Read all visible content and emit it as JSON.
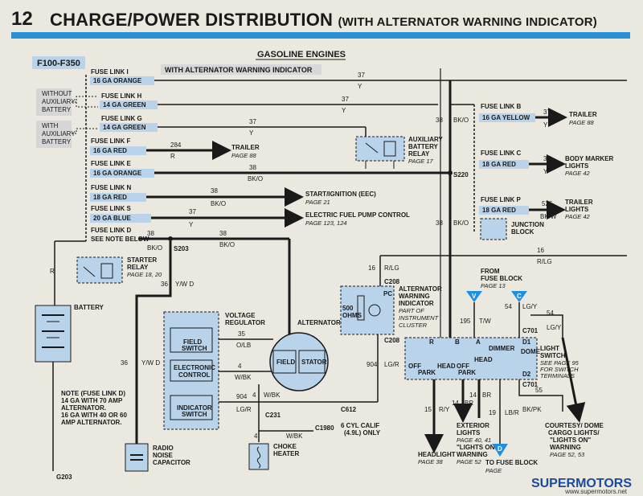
{
  "header": {
    "page_number": "12",
    "title": "CHARGE/POWER DISTRIBUTION",
    "subtitle": "(WITH ALTERNATOR WARNING INDICATOR)"
  },
  "model": "F100-F350",
  "section": "GASOLINE ENGINES",
  "variant": "WITH ALTERNATOR WARNING INDICATOR",
  "notes": {
    "without_aux": [
      "WITHOUT",
      "AUXILIARY",
      "BATTERY"
    ],
    "with_aux": [
      "WITH",
      "AUXILIARY",
      "BATTERY"
    ],
    "fuse_note": [
      "NOTE (FUSE LINK D)",
      "14 GA WITH 70 AMP",
      "ALTERNATOR.",
      "16 GA WITH 40 OR 60",
      "AMP ALTERNATOR."
    ],
    "calif": [
      "6 CYL CALIF",
      "(4.9L) ONLY"
    ]
  },
  "fuse_links": [
    {
      "name": "FUSE LINK I",
      "gauge": "16 GA ORANGE"
    },
    {
      "name": "FUSE LINK H",
      "gauge": "14 GA GREEN"
    },
    {
      "name": "FUSE LINK G",
      "gauge": "14 GA GREEN"
    },
    {
      "name": "FUSE LINK F",
      "gauge": "16 GA RED"
    },
    {
      "name": "FUSE LINK E",
      "gauge": "16 GA ORANGE"
    },
    {
      "name": "FUSE LINK N",
      "gauge": "18 GA RED"
    },
    {
      "name": "FUSE LINK S",
      "gauge": "20 GA BLUE"
    },
    {
      "name": "FUSE LINK D",
      "gauge": "SEE NOTE BELOW"
    },
    {
      "name": "FUSE LINK B",
      "gauge": "16 GA YELLOW"
    },
    {
      "name": "FUSE LINK C",
      "gauge": "18 GA RED"
    },
    {
      "name": "FUSE LINK P",
      "gauge": "18 GA RED"
    }
  ],
  "wires": {
    "w37": "37",
    "y": "Y",
    "w284": "284",
    "r": "R",
    "w38": "38",
    "bko": "BK/O",
    "w16": "16",
    "rlg": "R/LG",
    "w526": "526",
    "bkw": "BK/W",
    "w36": "36",
    "ywd": "Y/W D",
    "w35": "35",
    "olb": "O/LB",
    "w4": "4",
    "wbk": "W/BK",
    "w904": "904",
    "lgr": "LG/R",
    "w195": "195",
    "tw": "T/W",
    "w54": "54",
    "lgy": "LG/Y",
    "w15": "15",
    "ry": "R/Y",
    "w14": "14",
    "br": "BR",
    "w19": "19",
    "lbr": "LB/R",
    "w55": "55",
    "bkpk": "BK/PK"
  },
  "connectors": {
    "s220": "S220",
    "s203": "S203",
    "c208a": "C208",
    "c208b": "C208",
    "c612": "C612",
    "c231": "C231",
    "c1980": "C1980",
    "c701a": "C701",
    "c701b": "C701",
    "g203": "G203"
  },
  "components": {
    "trailer1": {
      "name": "TRAILER",
      "page": "PAGE 88"
    },
    "trailer2": {
      "name": "TRAILER",
      "page": "PAGE 88"
    },
    "aux_relay": {
      "name": [
        "AUXILIARY",
        "BATTERY",
        "RELAY"
      ],
      "page": "PAGE 17"
    },
    "body_marker": {
      "name": [
        "BODY MARKER",
        "LIGHTS"
      ],
      "page": "PAGE 42"
    },
    "trailer_lights": {
      "name": [
        "TRAILER",
        "LIGHTS"
      ],
      "page": "PAGE 42"
    },
    "junction": {
      "name": [
        "JUNCTION",
        "BLOCK"
      ]
    },
    "start_ign": {
      "name": "START/IGNITION (EEC)",
      "page": "PAGE 21"
    },
    "fuel_pump": {
      "name": "ELECTRIC FUEL PUMP CONTROL",
      "page": "PAGE 123, 124"
    },
    "starter_relay": {
      "name": [
        "STARTER",
        "RELAY"
      ],
      "page": "PAGE 18, 20"
    },
    "battery": {
      "name": "BATTERY"
    },
    "voltage_reg": {
      "name": [
        "VOLTAGE",
        "REGULATOR"
      ],
      "blocks": [
        "FIELD",
        "SWITCH",
        "ELECTRONIC",
        "CONTROL",
        "INDICATOR",
        "SWITCH"
      ]
    },
    "alternator": {
      "name": "ALTERNATOR",
      "blocks": [
        "FIELD",
        "STATOR"
      ]
    },
    "alt_warning": {
      "name": [
        "ALTERNATOR",
        "WARNING",
        "INDICATOR"
      ],
      "sub": [
        "PART OF",
        "INSTRUMENT",
        "CLUSTER"
      ],
      "ohms": [
        "500",
        "OHMS"
      ],
      "pc": "PC"
    },
    "from_fuse": {
      "name": [
        "FROM",
        "FUSE BLOCK"
      ],
      "page": "PAGE 13"
    },
    "light_switch": {
      "name": [
        "LIGHT",
        "SWITCH"
      ],
      "page": [
        "SEE PAGE 95",
        "FOR SWITCH",
        "TERMINALS"
      ],
      "labels": [
        "B",
        "A",
        "R",
        "D1",
        "D2",
        "DIMMER",
        "DOME",
        "OFF",
        "PARK",
        "HEAD",
        "OFF",
        "HEAD",
        "PARK"
      ]
    },
    "radio_cap": {
      "name": [
        "RADIO",
        "NOISE",
        "CAPACITOR"
      ]
    },
    "choke": {
      "name": [
        "CHOKE",
        "HEATER"
      ]
    },
    "headlight": {
      "name": "HEADLIGHT",
      "page": "PAGE 38"
    },
    "exterior": {
      "name": [
        "EXTERIOR",
        "LIGHTS",
        "PAGE 40, 41",
        "\"LIGHTS ON\"",
        "WARNING",
        "PAGE 52"
      ]
    },
    "to_fuse": {
      "name": "TO FUSE BLOCK",
      "page": "PAGE"
    },
    "courtesy": {
      "name": [
        "COURTESY/ DOME",
        "CARGO LIGHTS/",
        "\"LIGHTS ON\"",
        "WARNING",
        "PAGE 52, 53"
      ]
    }
  },
  "markers": {
    "v": "V",
    "c": "C",
    "d": "D"
  },
  "watermark": {
    "brand": "SUPERMOTORS",
    "url": "www.supermotors.net"
  },
  "colors": {
    "accent_blue": "#2b8fd6",
    "box_blue": "#b9d3ea",
    "wire": "#1a1a1a",
    "marker": "#1f8fe0"
  }
}
